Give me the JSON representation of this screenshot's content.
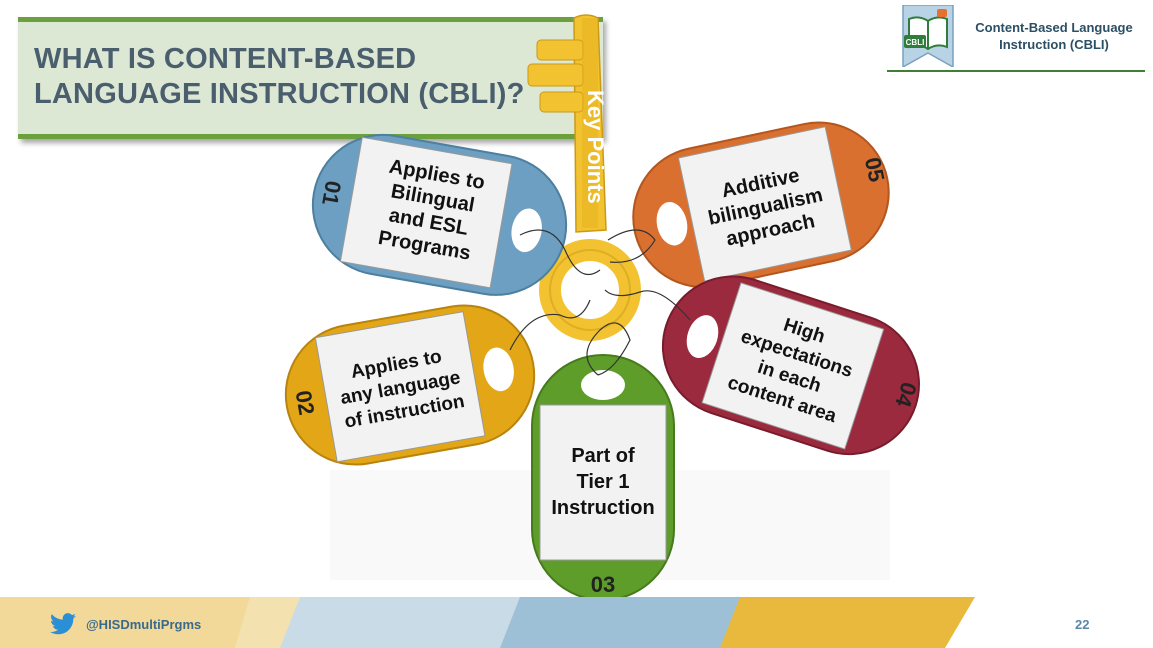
{
  "slide": {
    "title_line1": "WHAT IS CONTENT-BASED",
    "title_line2": "LANGUAGE INSTRUCTION (CBLI)?",
    "page_number": "22"
  },
  "logo": {
    "badge": "CBLI",
    "line1": "Content-Based Language",
    "line2": "Instruction (CBLI)"
  },
  "key_label": "Key Points",
  "key_points": [
    {
      "number": "01",
      "lines": [
        "Applies to",
        "Bilingual",
        "and ESL",
        "Programs"
      ],
      "color": "#6c9fc1"
    },
    {
      "number": "02",
      "lines": [
        "Applies to",
        "any language",
        "of instruction"
      ],
      "color": "#e2a616"
    },
    {
      "number": "03",
      "lines": [
        "Part of",
        "Tier 1",
        "Instruction"
      ],
      "color": "#5f9d2a"
    },
    {
      "number": "04",
      "lines": [
        "High",
        "expectations",
        "in each",
        "content area"
      ],
      "color": "#9b2a3e"
    },
    {
      "number": "05",
      "lines": [
        "Additive",
        "bilingualism",
        "approach"
      ],
      "color": "#d9702f"
    }
  ],
  "footer": {
    "twitter_handle": "@HISDmultiPrgms"
  },
  "colors": {
    "title_bg": "#dce8d3",
    "title_border": "#6aa13c",
    "title_text": "#4a5e6e",
    "key_gold": "#f2c230"
  }
}
